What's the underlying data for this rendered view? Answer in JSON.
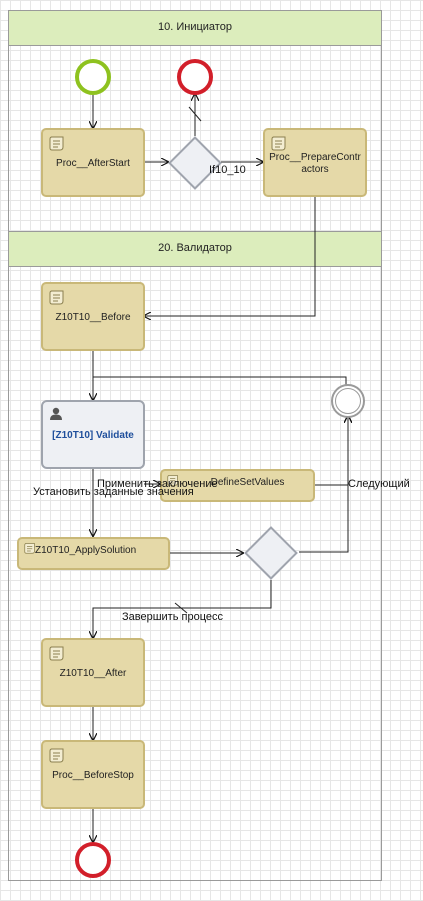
{
  "lanes": [
    {
      "label": "10. Инициатор"
    },
    {
      "label": "20. Валидатор"
    }
  ],
  "tasks": {
    "proc_after_start": "Proc__AfterStart",
    "proc_prepare_contractors": "Proc__PrepareContractors",
    "z10t10_before": "Z10T10__Before",
    "validate": "[Z10T10] Validate",
    "define_set_values": "DefineSetValues",
    "apply_solution": "Z10T10_ApplySolution",
    "z10t10_after": "Z10T10__After",
    "proc_before_stop": "Proc__BeforeStop"
  },
  "flow_labels": {
    "if10_10": "If10_10",
    "apply_conclusion": "Применить заключение",
    "set_values": "Установить заданные значения",
    "next": "Следующий",
    "finish_process": "Завершить процесс"
  },
  "icons": {
    "script": "scroll-icon",
    "user": "user-icon"
  },
  "colors": {
    "lane_header": "#dcedbc",
    "task_fill": "#e5d9a8",
    "task_border": "#c9b878",
    "start_event": "#8ec21f",
    "end_event": "#d21f2a",
    "user_task_text": "#1f4f9c"
  }
}
